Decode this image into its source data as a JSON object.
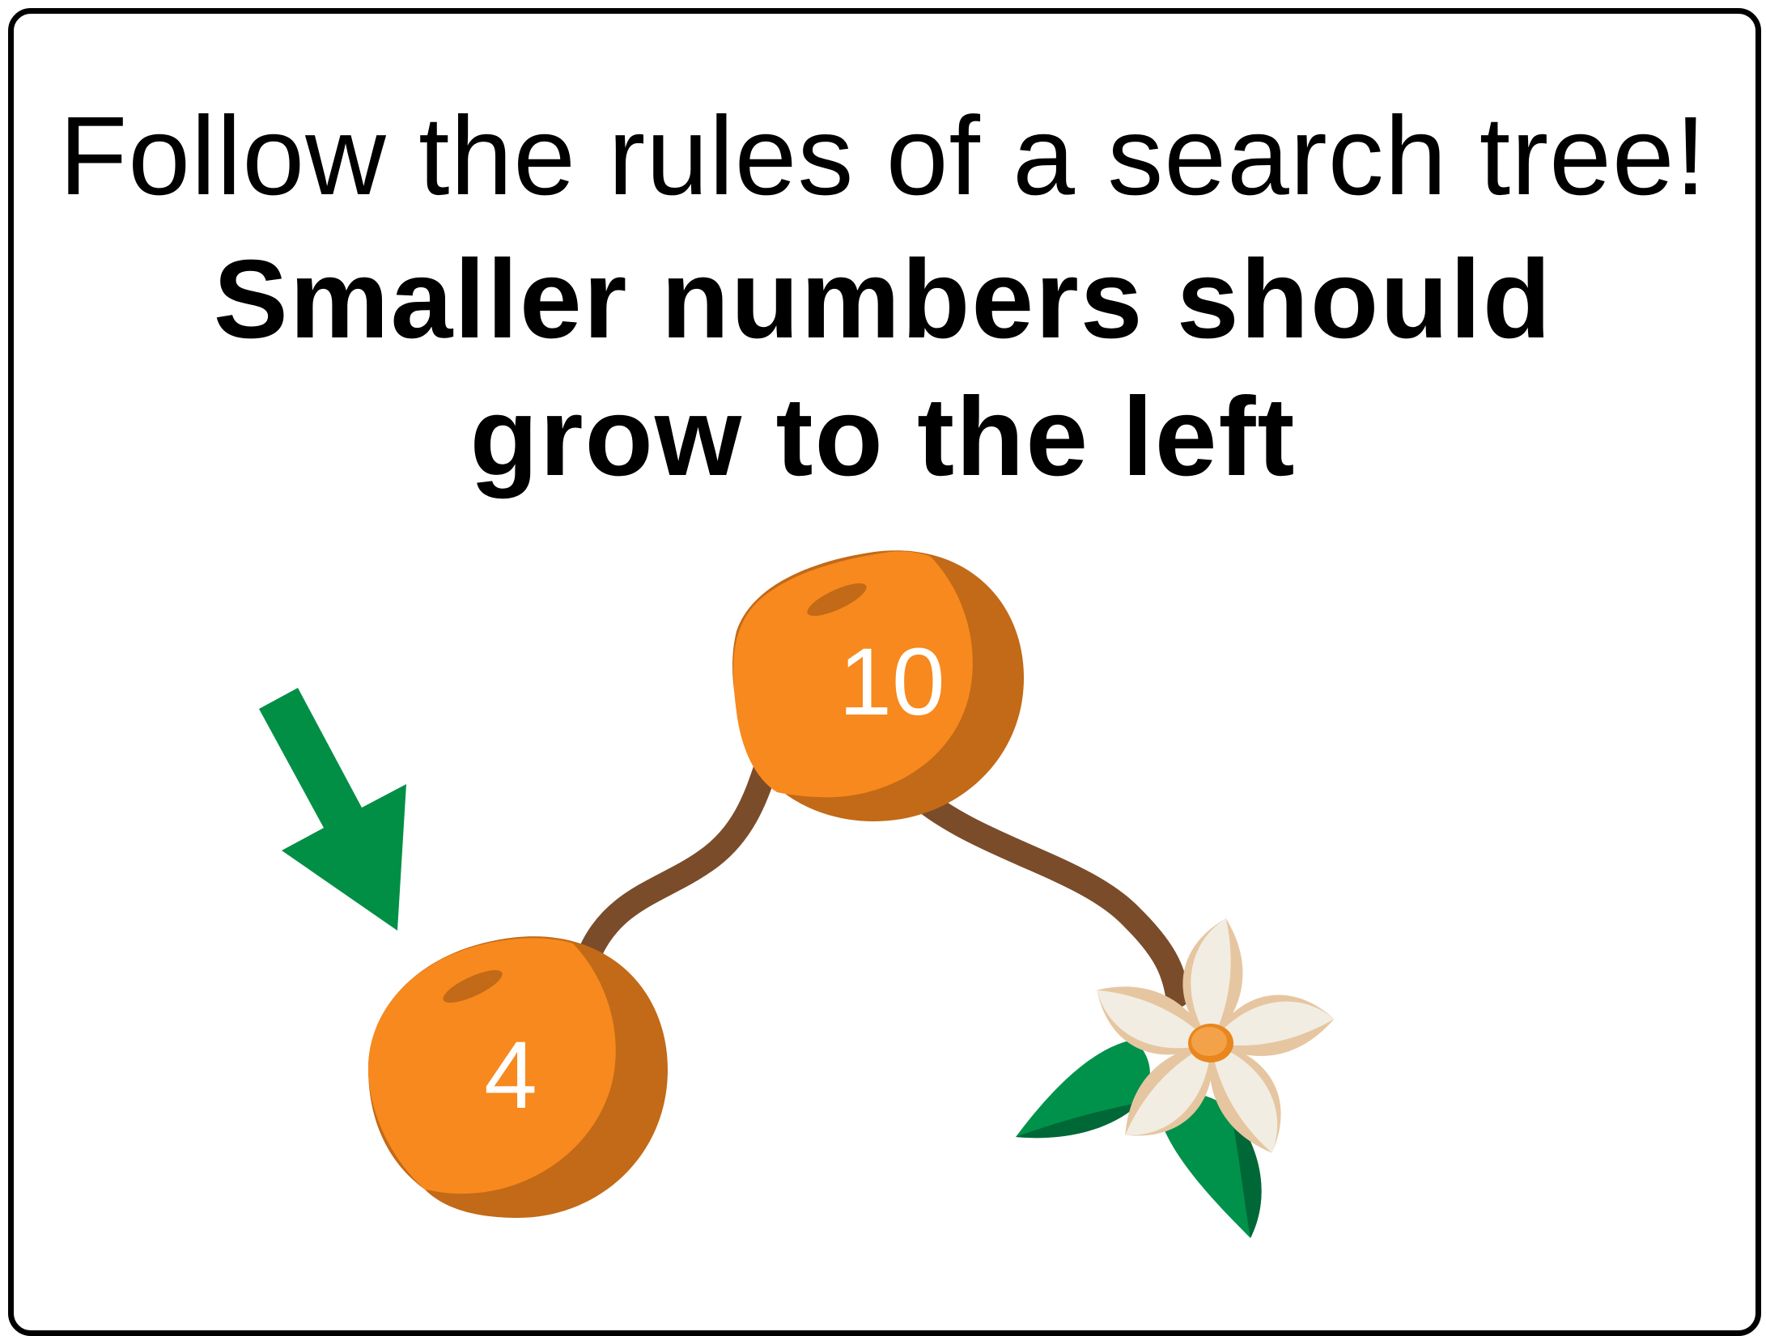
{
  "instructions": {
    "line1": "Follow the rules of a search tree!",
    "line2": "Smaller numbers should",
    "line3": "grow to the left"
  },
  "tree": {
    "root": {
      "label": "10"
    },
    "left_child": {
      "label": "4"
    },
    "right_child": {
      "icon": "flower-icon"
    }
  },
  "colors": {
    "orange": "#F7891E",
    "orange_shade": "#C26A17",
    "branch": "#7A4C2A",
    "arrow": "#008F45",
    "leaf": "#00924A",
    "leaf_dark": "#006837",
    "petal": "#F2EDE2",
    "petal_shade": "#E6C6A1",
    "flower_center": "#F4A24A"
  }
}
